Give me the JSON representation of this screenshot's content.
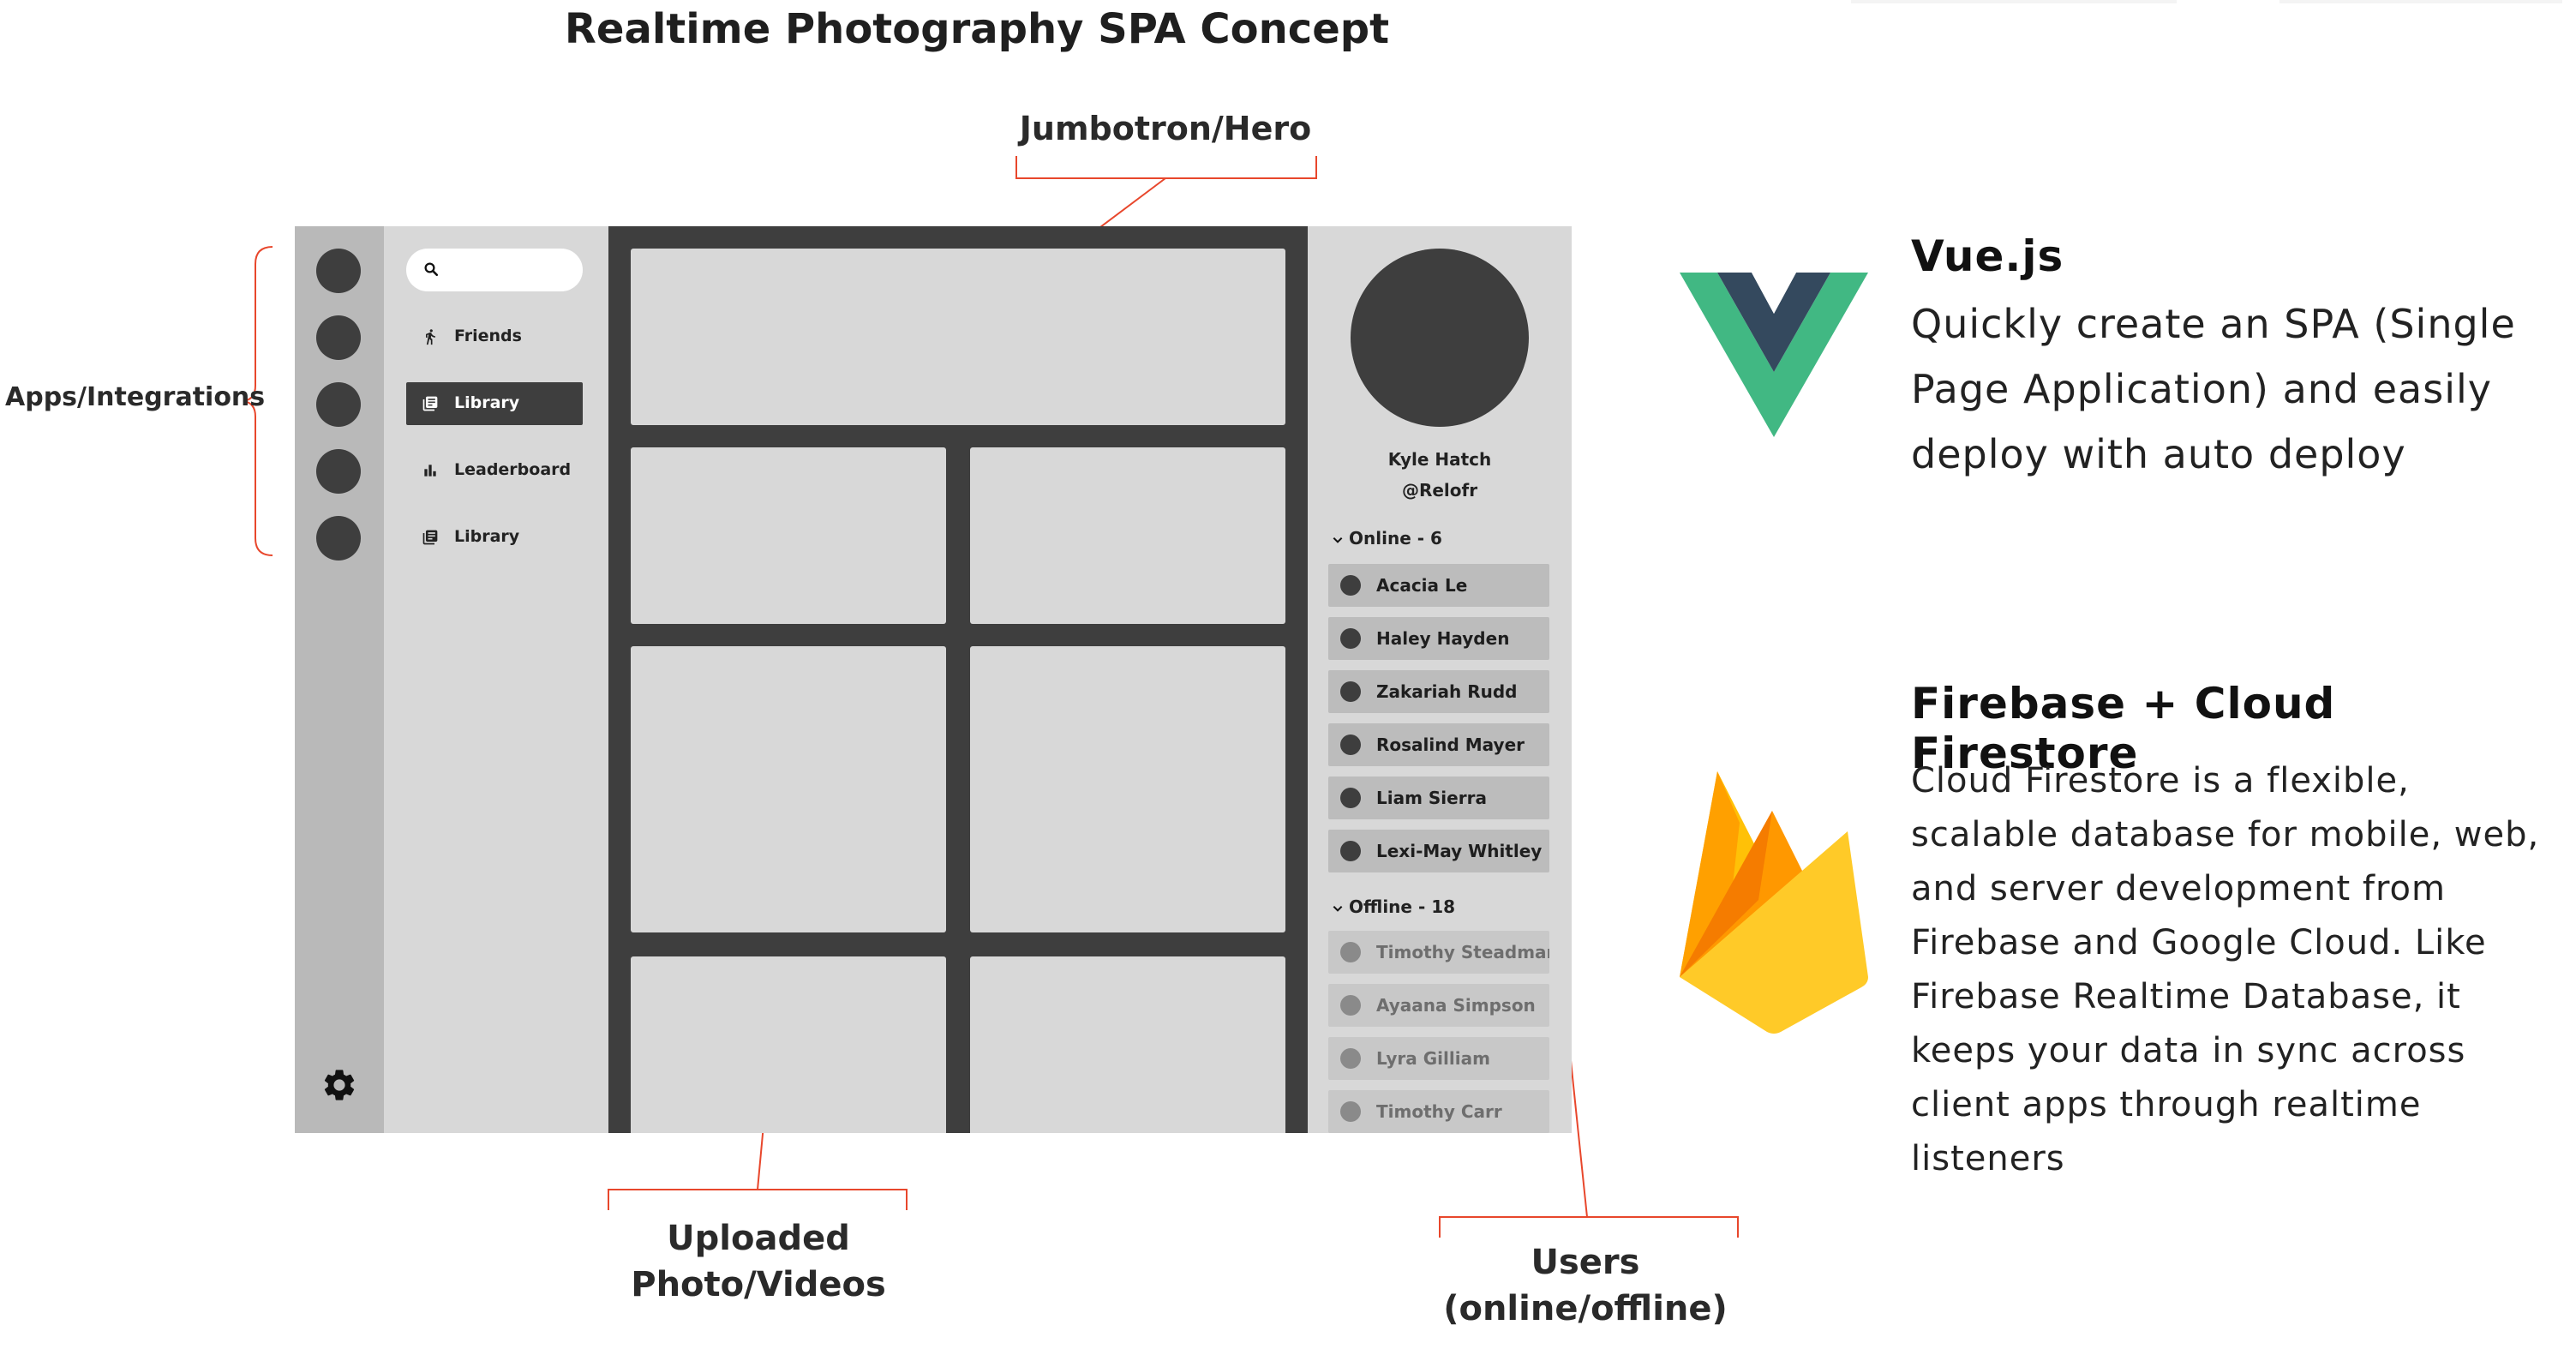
{
  "title": "Realtime Photography SPA Concept",
  "annotations": {
    "jumbotron": "Jumbotron/Hero",
    "apps": "Apps/Integrations",
    "uploaded": [
      "Uploaded",
      "Photo/Videos"
    ],
    "users": [
      "Users",
      "(online/offline)"
    ]
  },
  "nav": {
    "search_placeholder": "",
    "items": [
      {
        "label": "Friends",
        "icon": "person-icon",
        "active": false
      },
      {
        "label": "Library",
        "icon": "library-icon",
        "active": true
      },
      {
        "label": "Leaderboard",
        "icon": "bar-chart-icon",
        "active": false
      },
      {
        "label": "Library",
        "icon": "library-icon",
        "active": false
      }
    ]
  },
  "profile": {
    "name": "Kyle Hatch",
    "handle": "@Relofr"
  },
  "online": {
    "label": "Online - 6",
    "users": [
      "Acacia Le",
      "Haley Hayden",
      "Zakariah Rudd",
      "Rosalind Mayer",
      "Liam Sierra",
      "Lexi-May Whitley"
    ]
  },
  "offline": {
    "label": "Offline - 18",
    "users": [
      "Timothy Steadman",
      "Ayaana Simpson",
      "Lyra Gilliam",
      "Timothy Carr"
    ]
  },
  "vue": {
    "title": "Vue.js",
    "description": "Quickly create an SPA (Single Page Application) and easily deploy with auto deploy",
    "colors": {
      "green": "#41b883",
      "dark": "#34495e"
    }
  },
  "firebase": {
    "title": "Firebase + Cloud Firestore",
    "description": "Cloud Firestore is a flexible, scalable database for mobile, web, and server development from Firebase and Google Cloud. Like Firebase Realtime Database, it keeps your data in sync across client apps through realtime listeners",
    "colors": {
      "yellow": "#ffca28",
      "amber": "#ffa000",
      "orange": "#f57c00"
    }
  },
  "colors": {
    "annotation_line": "#e8472c",
    "mock_dark": "#3e3e3e",
    "mock_light": "#d8d8d8",
    "mock_rail": "#b9b9b9"
  }
}
